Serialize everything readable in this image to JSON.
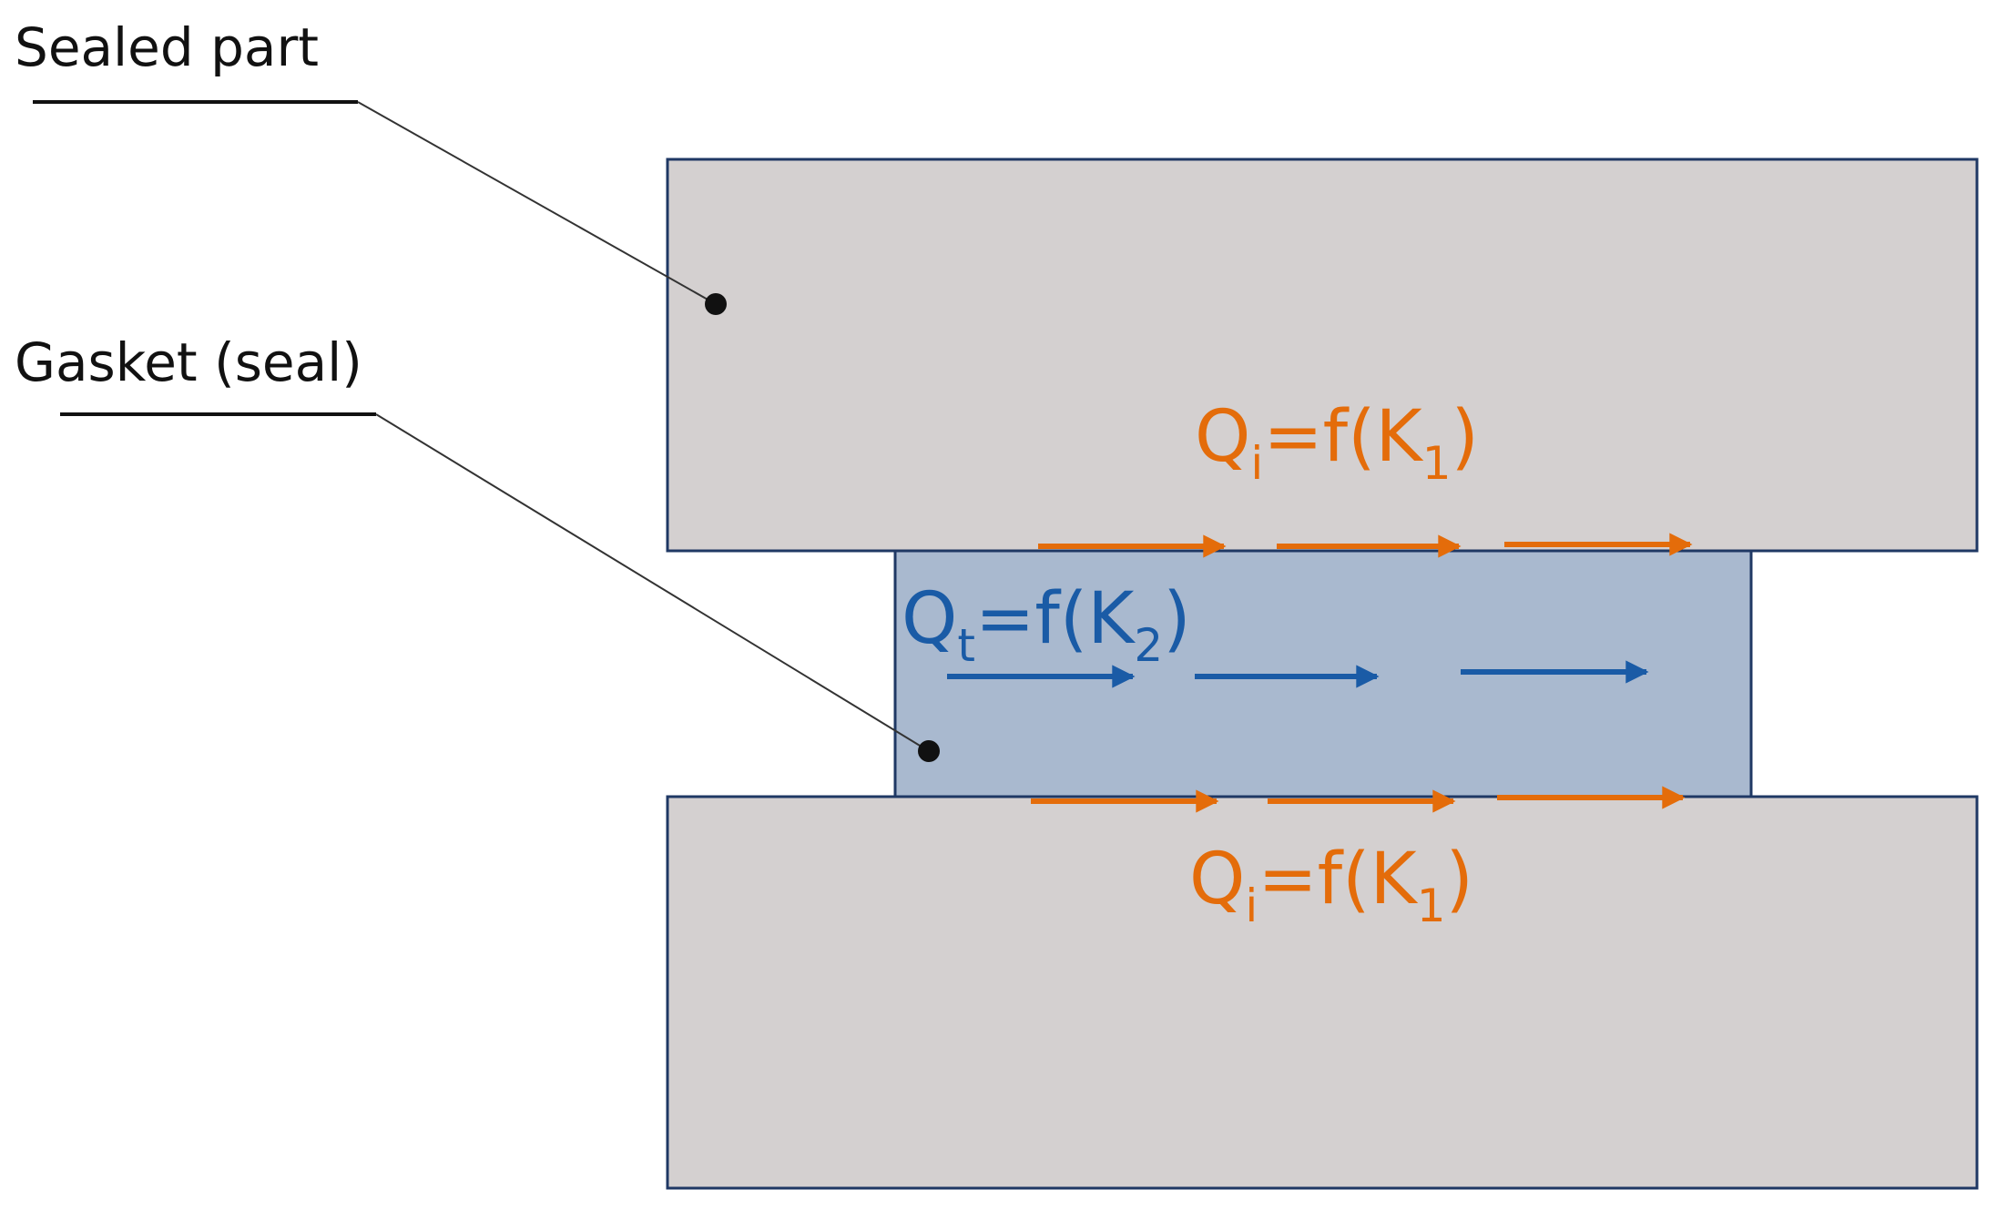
{
  "callouts": {
    "sealed_part": "Sealed part",
    "gasket": "Gasket (seal)"
  },
  "formulas": {
    "interface_top": {
      "base": "Q",
      "sub": "i",
      "mid": "=f(K",
      "idx": "1",
      "end": ")"
    },
    "interface_bottom": {
      "base": "Q",
      "sub": "i",
      "mid": "=f(K",
      "idx": "1",
      "end": ")"
    },
    "seal": {
      "base": "Q",
      "sub": "t",
      "mid": "=f(K",
      "idx": "2",
      "end": ")"
    }
  },
  "colors": {
    "sealed_part_fill": "#d4d0d0",
    "gasket_fill": "#a9b9cf",
    "outline": "#1f3864",
    "interface_leak": "#e46c0a",
    "permeation_leak": "#1a5ba6",
    "leader_line": "#333333"
  },
  "icons": {
    "flow_arrow": "right-arrow-icon",
    "callout_dot": "dot-icon"
  }
}
